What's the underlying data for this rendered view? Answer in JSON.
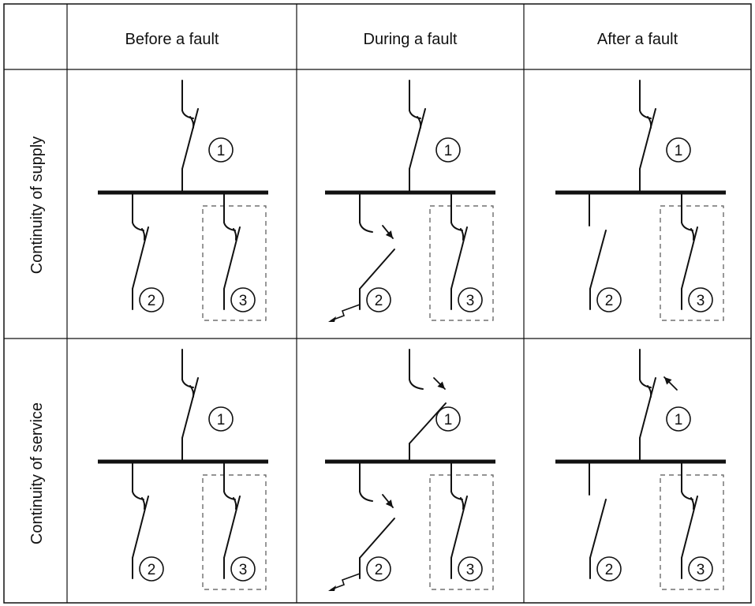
{
  "table": {
    "columns": [
      "Before a fault",
      "During a fault",
      "After a fault"
    ],
    "rows": [
      "Continuity of supply",
      "Continuity of service"
    ]
  },
  "markers": {
    "incomer": "1",
    "outgoing": "2",
    "withdrawable": "3"
  },
  "diagrams": [
    {
      "row": "Continuity of supply",
      "column": "Before a fault",
      "incomer": "closed",
      "feeder_2": "closed",
      "feeder_3": "closed",
      "fault_on_feeder_2": false,
      "trip_arrows": []
    },
    {
      "row": "Continuity of supply",
      "column": "During a fault",
      "incomer": "closed",
      "feeder_2": "opening",
      "feeder_3": "closed",
      "fault_on_feeder_2": true,
      "trip_arrows": [
        "feeder_2"
      ]
    },
    {
      "row": "Continuity of supply",
      "column": "After a fault",
      "incomer": "closed",
      "feeder_2": "open",
      "feeder_3": "closed",
      "fault_on_feeder_2": false,
      "trip_arrows": []
    },
    {
      "row": "Continuity of service",
      "column": "Before a fault",
      "incomer": "closed",
      "feeder_2": "closed",
      "feeder_3": "closed",
      "fault_on_feeder_2": false,
      "trip_arrows": []
    },
    {
      "row": "Continuity of service",
      "column": "During a fault",
      "incomer": "opening",
      "feeder_2": "opening",
      "feeder_3": "closed",
      "fault_on_feeder_2": true,
      "trip_arrows": [
        "incomer",
        "feeder_2"
      ]
    },
    {
      "row": "Continuity of service",
      "column": "After a fault",
      "incomer": "reclosing",
      "feeder_2": "open",
      "feeder_3": "closed",
      "fault_on_feeder_2": false,
      "trip_arrows": [
        "incomer_reclose"
      ]
    }
  ]
}
